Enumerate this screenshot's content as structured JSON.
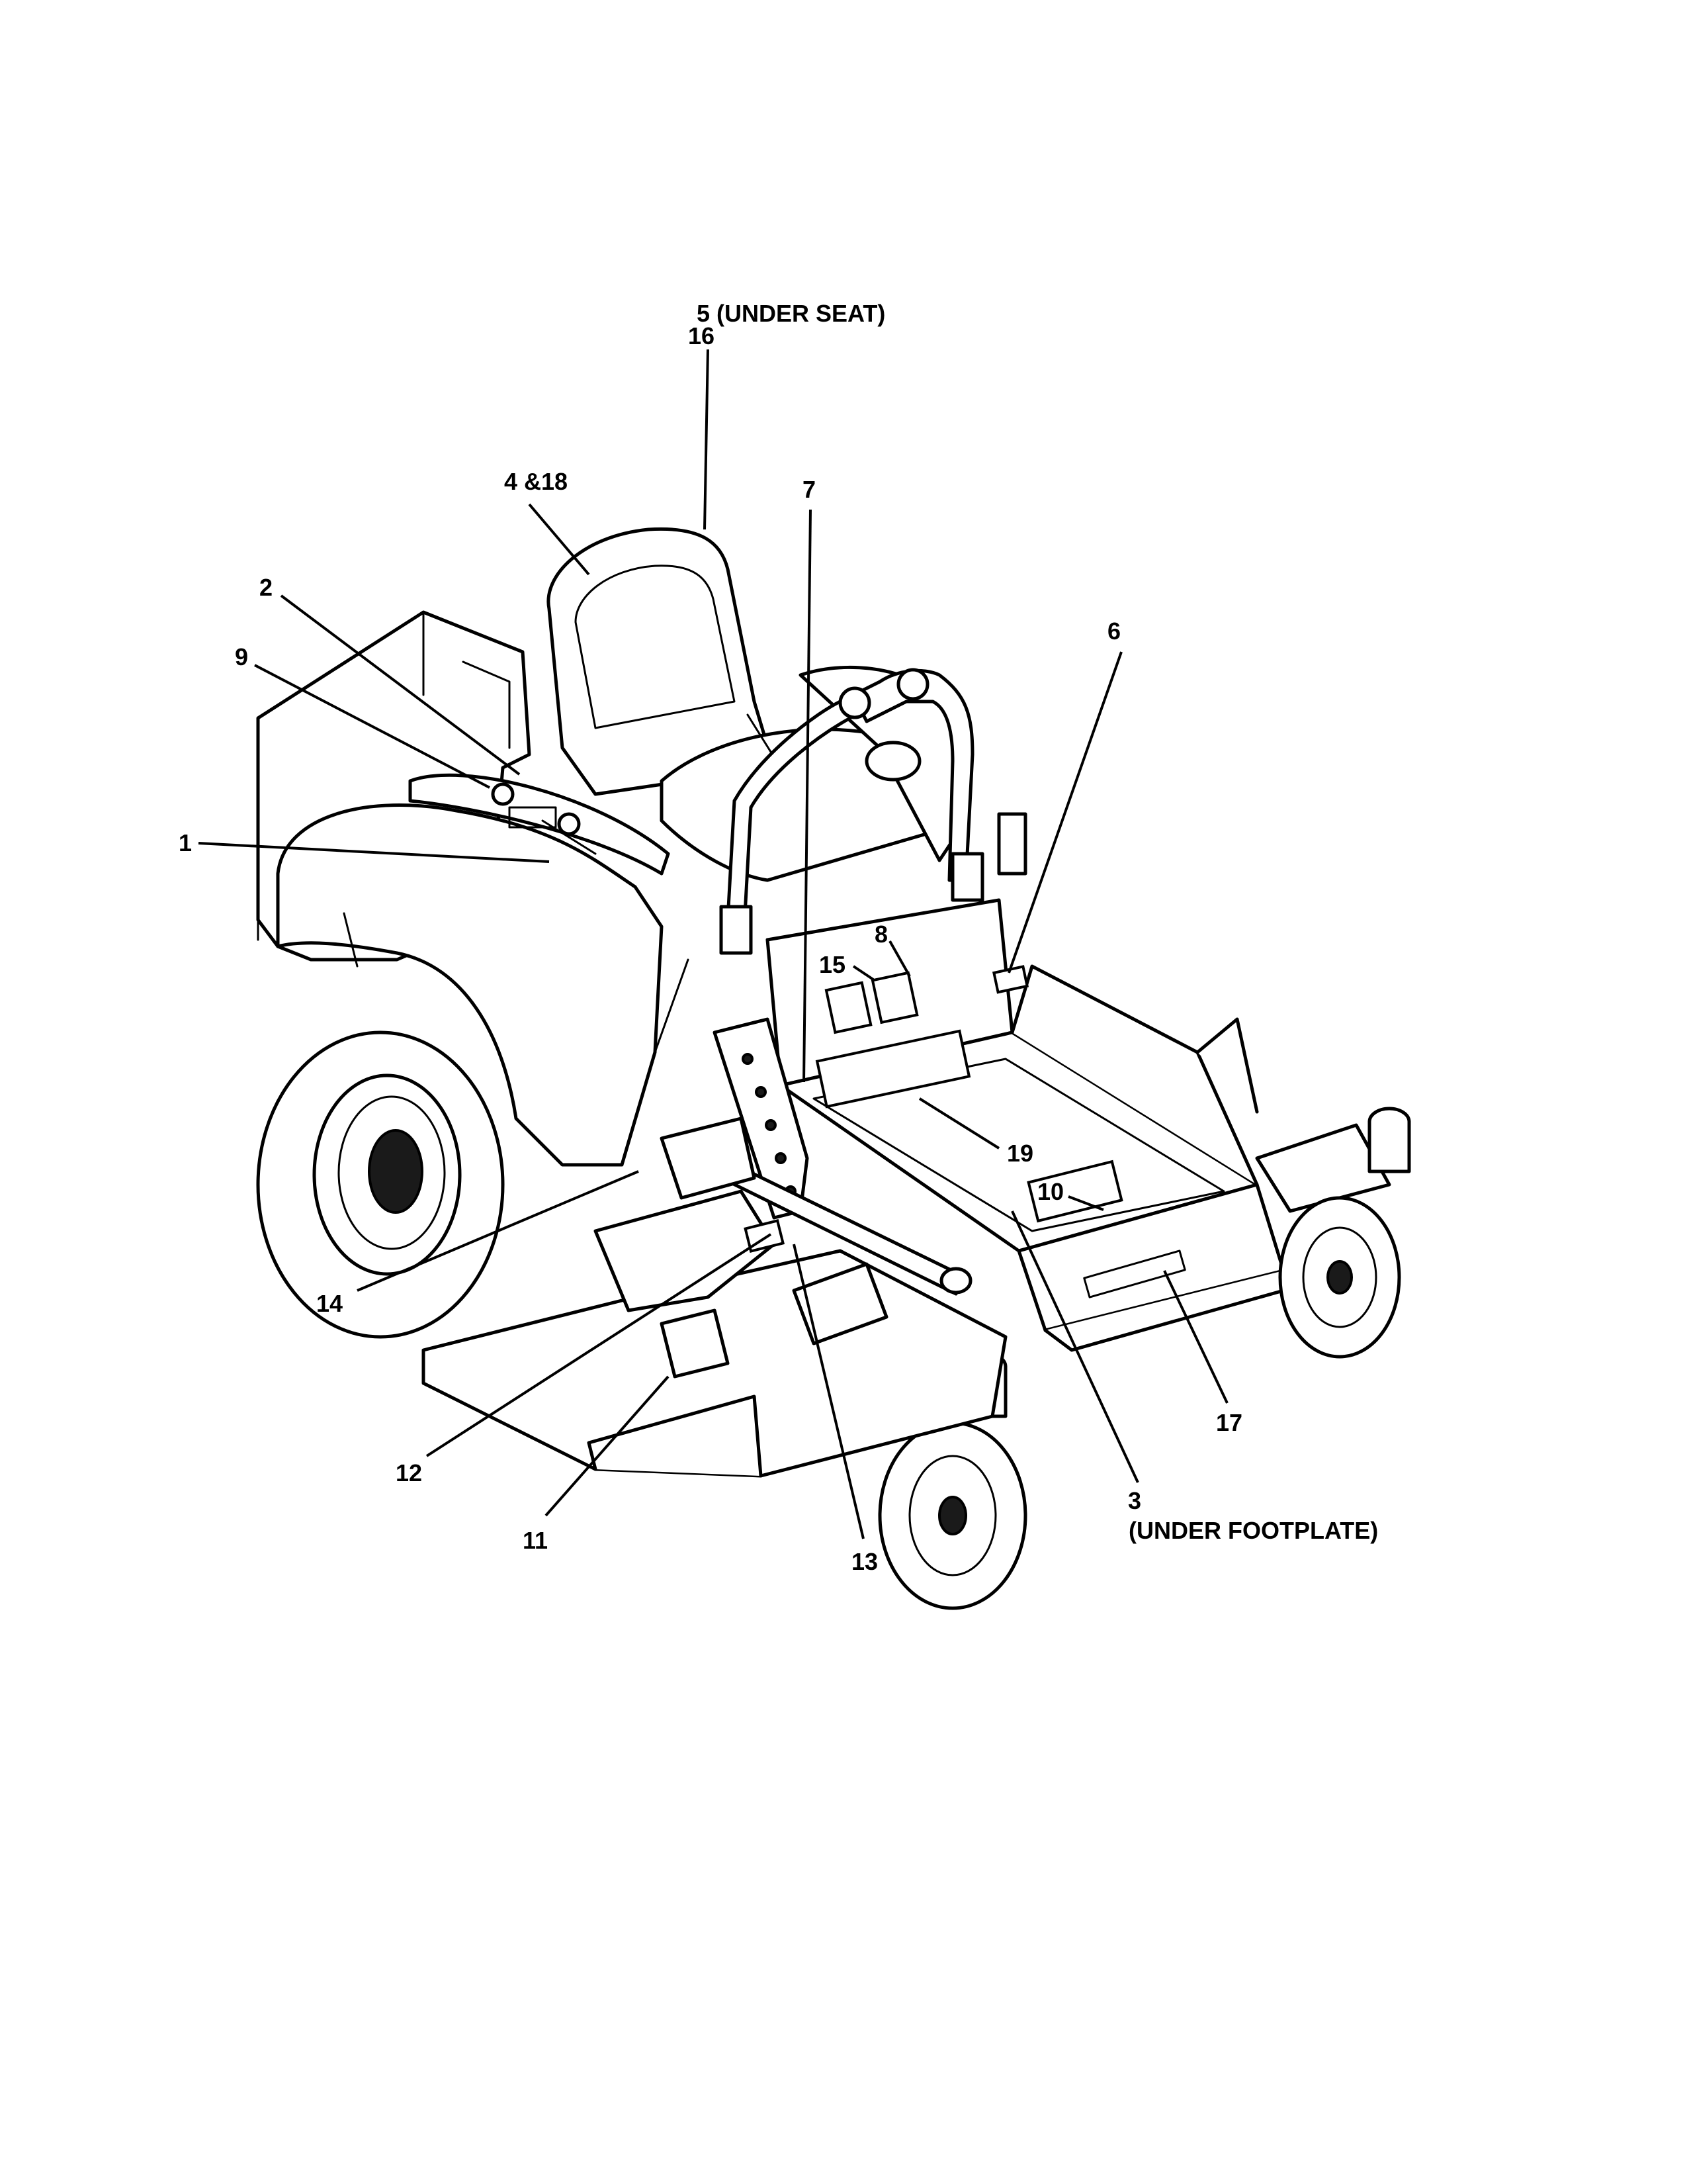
{
  "callouts": {
    "c5_under_seat": "5 (UNDER SEAT)",
    "c16": "16",
    "c4_18": "4 &18",
    "c7": "7",
    "c2": "2",
    "c9": "9",
    "c6": "6",
    "c1": "1",
    "c8": "8",
    "c15": "15",
    "c19": "19",
    "c10": "10",
    "c14": "14",
    "c17": "17",
    "c3": "3",
    "c3_note": "(UNDER FOOTPLATE)",
    "c12": "12",
    "c11": "11",
    "c13": "13"
  }
}
